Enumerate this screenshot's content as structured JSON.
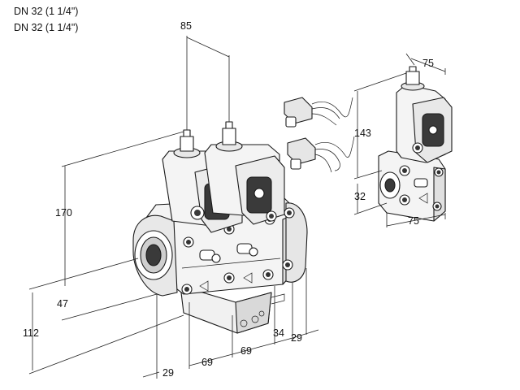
{
  "header": {
    "line1": "DN 32 (1 1/4\")",
    "line2": "DN 32 (1 1/4\")"
  },
  "dimensions": {
    "d85": "85",
    "d170": "170",
    "d47": "47",
    "d112": "112",
    "d29_bottom": "29",
    "d69_left": "69",
    "d69_right": "69",
    "d34": "34",
    "d29_right": "29",
    "d75_top": "75",
    "d143": "143",
    "d32": "32",
    "d75_bottom": "75"
  },
  "colors": {
    "line": "#222222",
    "body_fill": "#f4f4f4",
    "dark_fill": "#3a3a3a",
    "mid_fill": "#d6d6d6"
  }
}
